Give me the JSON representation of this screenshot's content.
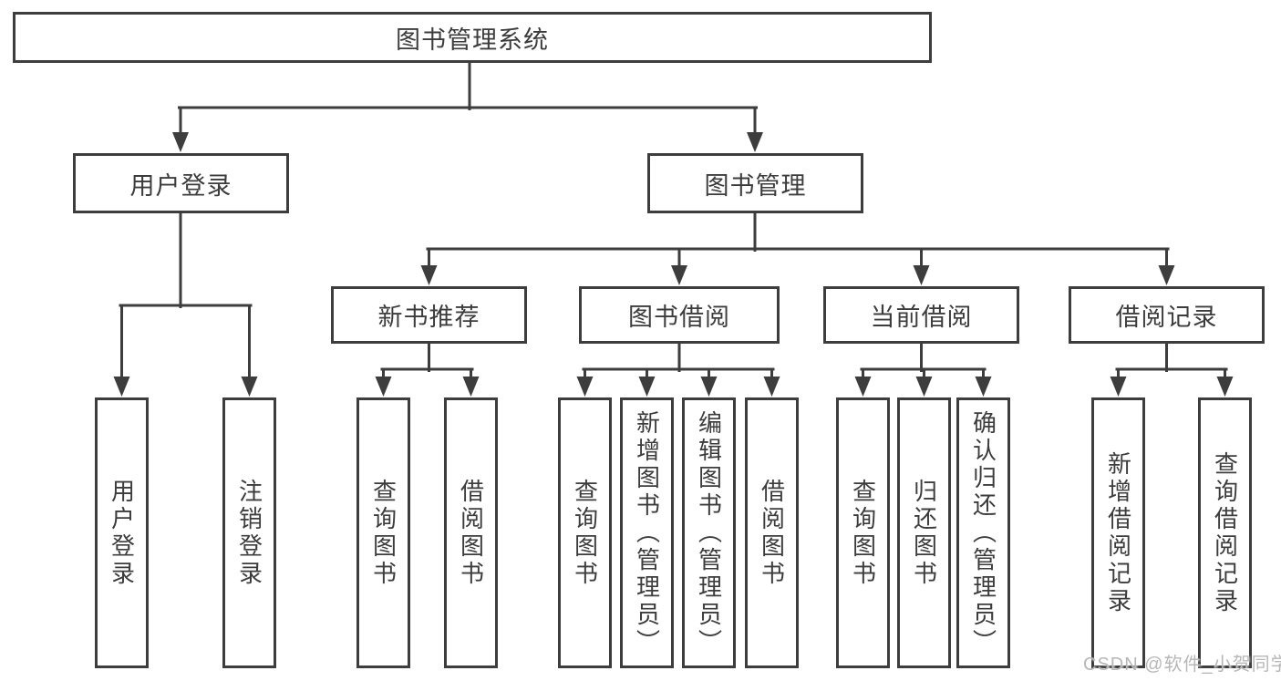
{
  "tree": {
    "root": {
      "label": "图书管理系统"
    },
    "branches": [
      {
        "label": "用户登录",
        "children": [
          {
            "label": "用户登录"
          },
          {
            "label": "注销登录"
          }
        ]
      },
      {
        "label": "图书管理",
        "children": [
          {
            "label": "新书推荐",
            "children": [
              {
                "label": "查询图书"
              },
              {
                "label": "借阅图书"
              }
            ]
          },
          {
            "label": "图书借阅",
            "children": [
              {
                "label": "查询图书"
              },
              {
                "label": "新增图书（管理员）"
              },
              {
                "label": "编辑图书（管理员）"
              },
              {
                "label": "借阅图书"
              }
            ]
          },
          {
            "label": "当前借阅",
            "children": [
              {
                "label": "查询图书"
              },
              {
                "label": "归还图书"
              },
              {
                "label": "确认归还（管理员）"
              }
            ]
          },
          {
            "label": "借阅记录",
            "children": [
              {
                "label": "新增借阅记录"
              },
              {
                "label": "查询借阅记录"
              }
            ]
          }
        ]
      }
    ]
  },
  "watermark": {
    "text": "CSDN @软件_小贺同学"
  },
  "colors": {
    "line": "#3d3d3d",
    "box_border": "#3d3d3d",
    "text": "#3c3c3c",
    "watermark": "#b7b7b7",
    "background": "#ffffff"
  }
}
